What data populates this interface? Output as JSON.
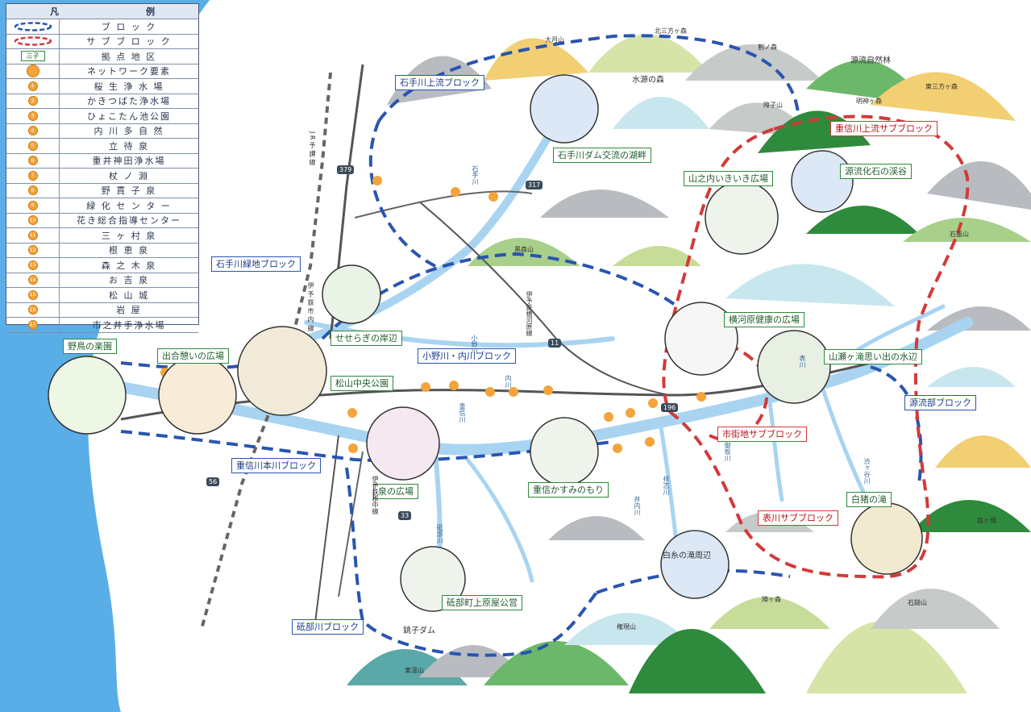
{
  "legend": {
    "header": [
      "凡",
      "例"
    ],
    "rows": [
      {
        "symbol": "block-line",
        "label": "ブ ロ ッ ク"
      },
      {
        "symbol": "subblock-line",
        "label": "サ ブ ブ ロ ッ ク"
      },
      {
        "symbol": "base-box",
        "label": "拠 点 地 区",
        "box_text": "三子"
      },
      {
        "symbol": "network-dot",
        "label": "ネットワーク要素"
      },
      {
        "symbol": "dot",
        "num": "1",
        "label": "桜 生 浄 水 場"
      },
      {
        "symbol": "dot",
        "num": "2",
        "label": "かきつばた浄水場"
      },
      {
        "symbol": "dot",
        "num": "3",
        "label": "ひょこたん池公園"
      },
      {
        "symbol": "dot",
        "num": "4",
        "label": "内 川 多 自 然"
      },
      {
        "symbol": "dot",
        "num": "5",
        "label": "立 待 泉"
      },
      {
        "symbol": "dot",
        "num": "6",
        "label": "重井神田浄水場"
      },
      {
        "symbol": "dot",
        "num": "7",
        "label": "杖 ノ 淵"
      },
      {
        "symbol": "dot",
        "num": "8",
        "label": "野 貫 子 泉"
      },
      {
        "symbol": "dot",
        "num": "9",
        "label": "緑 化 セ ン タ ー"
      },
      {
        "symbol": "dot",
        "num": "10",
        "label": "花き総合指導センター"
      },
      {
        "symbol": "dot",
        "num": "11",
        "label": "三 ヶ 村 泉"
      },
      {
        "symbol": "dot",
        "num": "12",
        "label": "根 恵 泉"
      },
      {
        "symbol": "dot",
        "num": "13",
        "label": "森 之 木 泉"
      },
      {
        "symbol": "dot",
        "num": "14",
        "label": "お 吉 泉"
      },
      {
        "symbol": "dot",
        "num": "15",
        "label": "松 山 城"
      },
      {
        "symbol": "dot",
        "num": "16",
        "label": "岩 屋"
      },
      {
        "symbol": "dot",
        "num": "17",
        "label": "市之井手浄水場"
      }
    ]
  },
  "labels": {
    "green": [
      "石手川ダム交流の湖畔",
      "山之内いきいき広場",
      "源流化石の渓谷",
      "せせらぎの岸辺",
      "松山中央公園",
      "野鳥の楽園",
      "出合憩いの広場",
      "横河原健康の広場",
      "山瀬ヶ滝思い出の水辺",
      "泉の広場",
      "重信かすみのもり",
      "白猪の滝",
      "砥部町上原屋公営"
    ],
    "blue": [
      "石手川上流ブロック",
      "石手川緑地ブロック",
      "小野川・内川ブロック",
      "重信川本川ブロック",
      "源流部ブロック",
      "砥部川ブロック"
    ],
    "red": [
      "重信川上流サブブロック",
      "市街地サブブロック",
      "表川サブブロック"
    ]
  },
  "place_names": {
    "mountains": [
      "大月山",
      "北三方ヶ森",
      "割ノ森",
      "東三方ヶ森",
      "明神ヶ森",
      "障子山",
      "黒森山",
      "石墨山",
      "皿ヶ嶺",
      "陣ヶ森",
      "石鎚山",
      "権現山",
      "東温山"
    ],
    "other": [
      "水源の森",
      "源流自然林",
      "白糸の滝周辺",
      "銚子ダム",
      "J R 予 讃 線",
      "伊予鉄横河原線",
      "伊予鉄郡中線",
      "伊 予 鉄 市 内 線"
    ],
    "rivers": [
      "石手川",
      "小野川",
      "内川",
      "重信川",
      "砥部川",
      "表川",
      "井内川",
      "拝志川",
      "御坂川",
      "渋ヶ谷川"
    ],
    "routes": [
      "11",
      "33",
      "56",
      "317",
      "379",
      "196"
    ]
  },
  "colors": {
    "sea": "#5aaee8",
    "river": "#a8d4f2",
    "block_line": "#2a55b0",
    "subblock_line": "#d23a3a",
    "network_dot": "#f4a43a",
    "mountain_green": "#6cb86a",
    "mountain_gray": "#b8bcc0",
    "mountain_yellow": "#f2cf72"
  }
}
